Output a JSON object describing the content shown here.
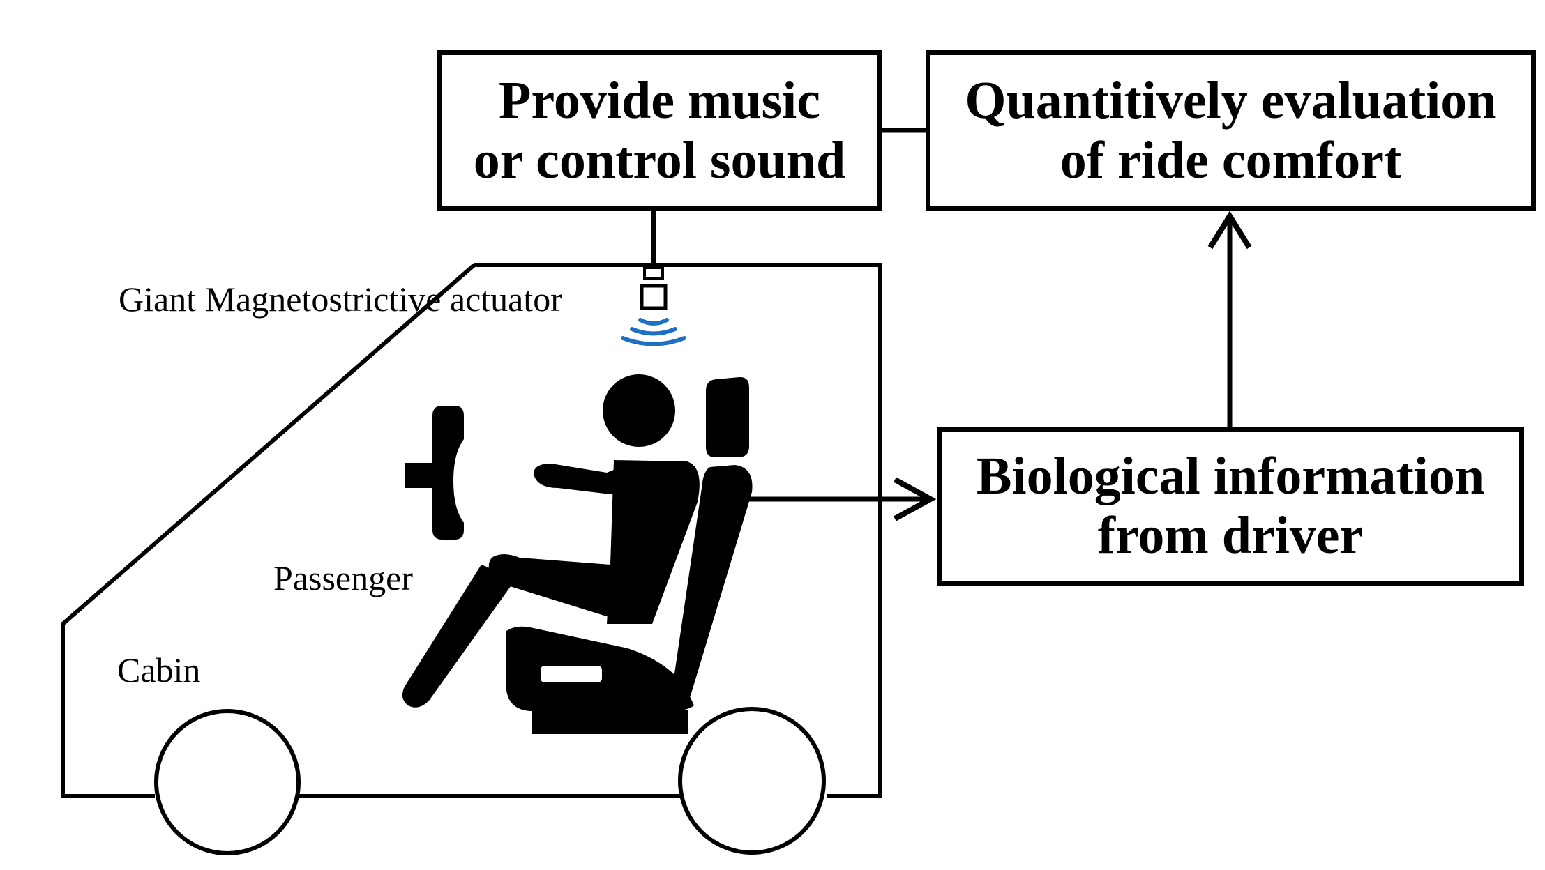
{
  "boxes": {
    "music": {
      "line1": "Provide music",
      "line2": "or control sound"
    },
    "evaluation": {
      "line1": "Quantitively evaluation",
      "line2": "of ride comfort"
    },
    "biological": {
      "line1": "Biological information",
      "line2": "from driver"
    }
  },
  "labels": {
    "actuator": "Giant Magnetostrictive actuator",
    "passenger": "Passenger",
    "cabin": "Cabin"
  },
  "colors": {
    "ink": "#000000",
    "sound_waves": "#1f6fc4",
    "background": "#ffffff"
  }
}
